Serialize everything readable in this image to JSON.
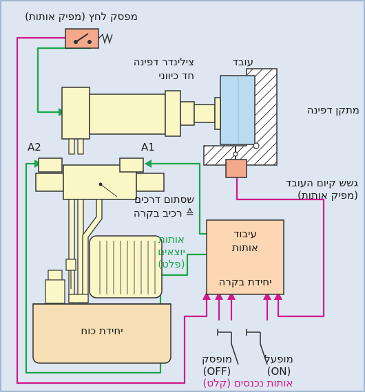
{
  "labels": {
    "pressure_switch": "מפסק לחץ (מפיק אותות)",
    "cylinder_1": "צילינדר דפינה",
    "cylinder_2": "חד כיווני",
    "workpiece": "עובד",
    "clamp_fixture": "מתקן דפינה",
    "workpiece_sensor_1": "גשש קיום העובד",
    "workpiece_sensor_2": "(מפיק אותות)",
    "valve_1": "שסתום דרכים",
    "valve_2": "≙ רכיב בקרה",
    "port_a1": "A1",
    "port_a2": "A2",
    "processing_1": "עיבוד",
    "processing_2": "אותות",
    "control_unit": "יחידת בקרה",
    "output_signals_1": "אותות",
    "output_signals_2": "יוצאים",
    "output_signals_3": "(פלט)",
    "power_unit": "יחידת כוח",
    "switch_off_1": "מופסק",
    "switch_off_2": "(OFF)",
    "switch_on_1": "מופעל",
    "switch_on_2": "(ON)",
    "input_signals": "אותות נכנסים (קלט)"
  },
  "colors": {
    "input_signal_line": "#d0198a",
    "output_signal_line": "#1aa34a",
    "component_fill": "#fbf6c6",
    "workpiece_fill": "#b9dcf3",
    "sensor_fill": "#f4a98a",
    "background": "#dde6f1"
  }
}
